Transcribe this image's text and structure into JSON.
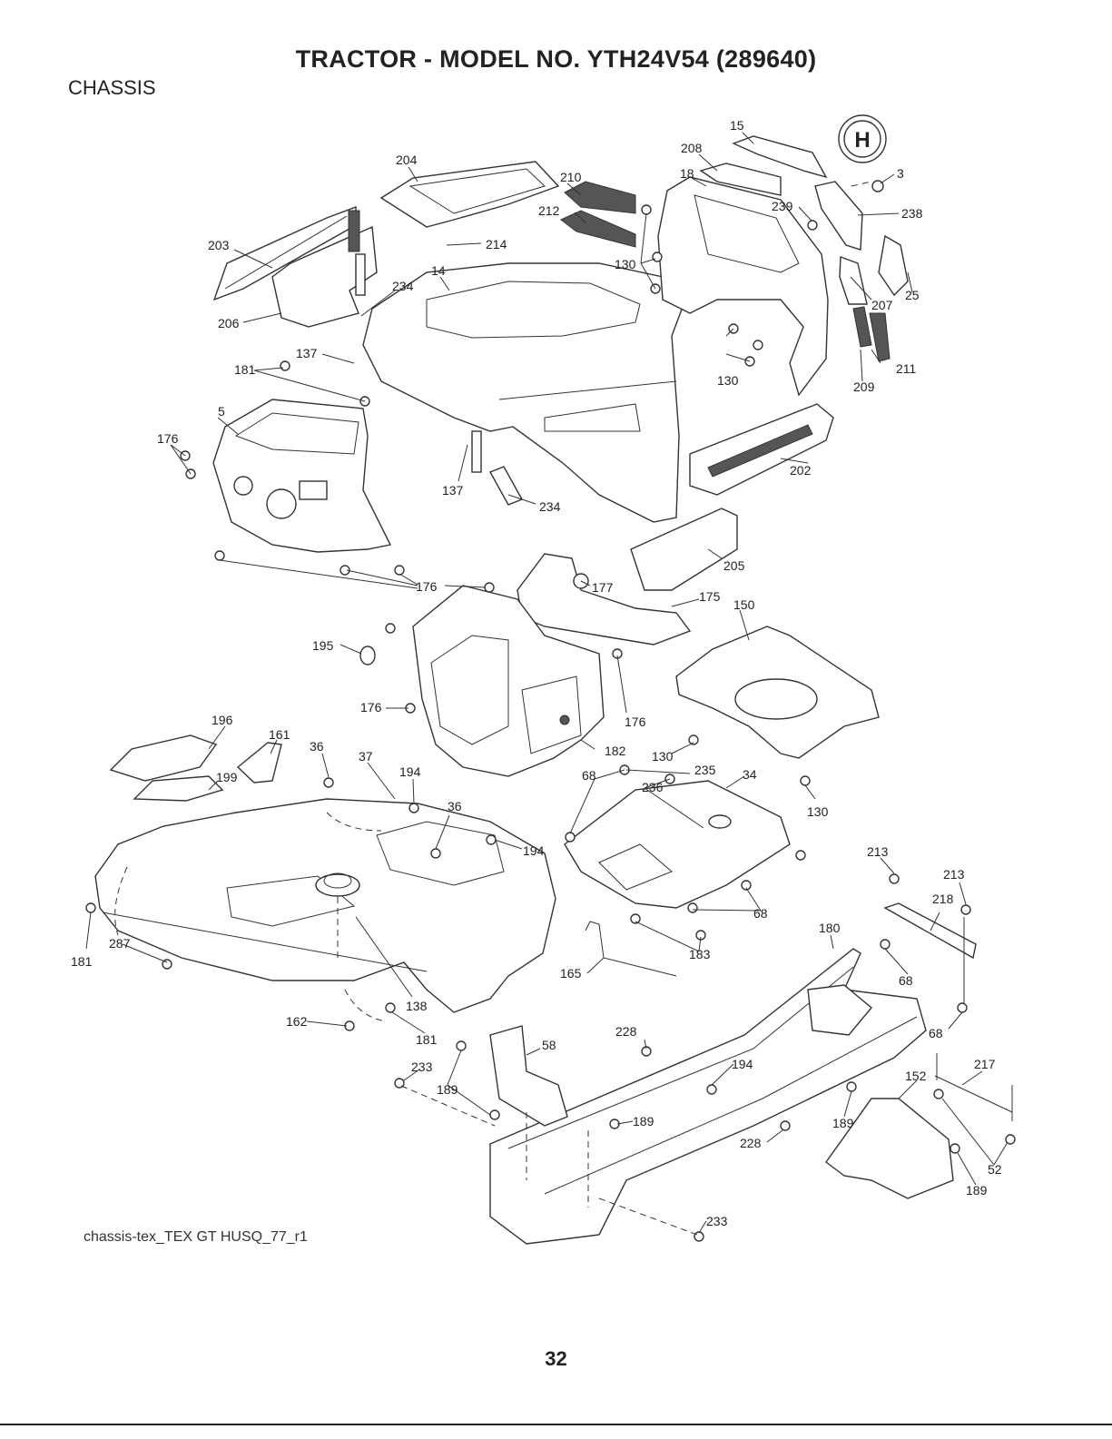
{
  "page": {
    "title": "TRACTOR - MODEL NO. YTH24V54 (289640)",
    "section": "CHASSIS",
    "drawing_ref": "chassis-tex_TEX GT HUSQ_77_r1",
    "page_number": "32"
  },
  "logo": {
    "letter": "H"
  },
  "callouts": [
    {
      "id": "c1",
      "text": "15"
    },
    {
      "id": "c2",
      "text": "208"
    },
    {
      "id": "c3",
      "text": "18"
    },
    {
      "id": "c4",
      "text": "204"
    },
    {
      "id": "c5",
      "text": "210"
    },
    {
      "id": "c6",
      "text": "212"
    },
    {
      "id": "c7",
      "text": "214"
    },
    {
      "id": "c8",
      "text": "3"
    },
    {
      "id": "c9",
      "text": "239"
    },
    {
      "id": "c10",
      "text": "238"
    },
    {
      "id": "c11",
      "text": "130"
    },
    {
      "id": "c12",
      "text": "203"
    },
    {
      "id": "c13",
      "text": "14"
    },
    {
      "id": "c14",
      "text": "234"
    },
    {
      "id": "c15",
      "text": "206"
    },
    {
      "id": "c16",
      "text": "137"
    },
    {
      "id": "c17",
      "text": "181"
    },
    {
      "id": "c18",
      "text": "207"
    },
    {
      "id": "c19",
      "text": "25"
    },
    {
      "id": "c20",
      "text": "130"
    },
    {
      "id": "c21",
      "text": "211"
    },
    {
      "id": "c22",
      "text": "209"
    },
    {
      "id": "c23",
      "text": "5"
    },
    {
      "id": "c24",
      "text": "176"
    },
    {
      "id": "c25",
      "text": "137"
    },
    {
      "id": "c26",
      "text": "234"
    },
    {
      "id": "c27",
      "text": "202"
    },
    {
      "id": "c28",
      "text": "205"
    },
    {
      "id": "c29",
      "text": "176"
    },
    {
      "id": "c30",
      "text": "177"
    },
    {
      "id": "c31",
      "text": "175"
    },
    {
      "id": "c32",
      "text": "150"
    },
    {
      "id": "c33",
      "text": "195"
    },
    {
      "id": "c34",
      "text": "176"
    },
    {
      "id": "c35",
      "text": "176"
    },
    {
      "id": "c36",
      "text": "196"
    },
    {
      "id": "c37",
      "text": "161"
    },
    {
      "id": "c38",
      "text": "36"
    },
    {
      "id": "c39",
      "text": "37"
    },
    {
      "id": "c40",
      "text": "182"
    },
    {
      "id": "c41",
      "text": "130"
    },
    {
      "id": "c42",
      "text": "235"
    },
    {
      "id": "c43",
      "text": "34"
    },
    {
      "id": "c44",
      "text": "199"
    },
    {
      "id": "c45",
      "text": "194"
    },
    {
      "id": "c46",
      "text": "68"
    },
    {
      "id": "c47",
      "text": "236"
    },
    {
      "id": "c48",
      "text": "36"
    },
    {
      "id": "c49",
      "text": "130"
    },
    {
      "id": "c50",
      "text": "194"
    },
    {
      "id": "c51",
      "text": "213"
    },
    {
      "id": "c52",
      "text": "213"
    },
    {
      "id": "c53",
      "text": "218"
    },
    {
      "id": "c54",
      "text": "68"
    },
    {
      "id": "c55",
      "text": "180"
    },
    {
      "id": "c56",
      "text": "181"
    },
    {
      "id": "c57",
      "text": "287"
    },
    {
      "id": "c58",
      "text": "183"
    },
    {
      "id": "c59",
      "text": "165"
    },
    {
      "id": "c60",
      "text": "68"
    },
    {
      "id": "c61",
      "text": "138"
    },
    {
      "id": "c62",
      "text": "162"
    },
    {
      "id": "c63",
      "text": "181"
    },
    {
      "id": "c64",
      "text": "228"
    },
    {
      "id": "c65",
      "text": "58"
    },
    {
      "id": "c66",
      "text": "68"
    },
    {
      "id": "c67",
      "text": "194"
    },
    {
      "id": "c68",
      "text": "233"
    },
    {
      "id": "c69",
      "text": "217"
    },
    {
      "id": "c70",
      "text": "152"
    },
    {
      "id": "c71",
      "text": "189"
    },
    {
      "id": "c72",
      "text": "189"
    },
    {
      "id": "c73",
      "text": "189"
    },
    {
      "id": "c74",
      "text": "228"
    },
    {
      "id": "c75",
      "text": "52"
    },
    {
      "id": "c76",
      "text": "189"
    },
    {
      "id": "c77",
      "text": "233"
    }
  ]
}
